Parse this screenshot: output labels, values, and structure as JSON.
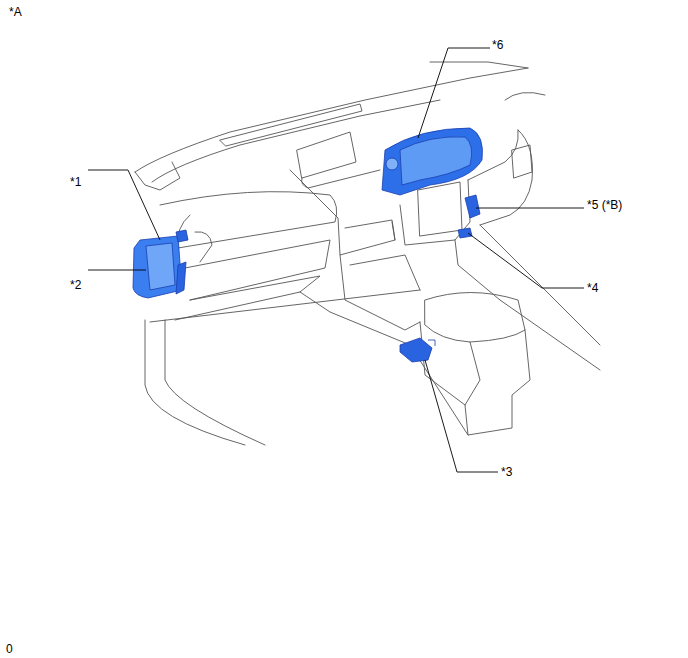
{
  "diagram": {
    "labels": [
      "*A",
      "*6",
      "*1",
      "*5 (*B)",
      "*2",
      "*4",
      "*3",
      "0"
    ]
  }
}
